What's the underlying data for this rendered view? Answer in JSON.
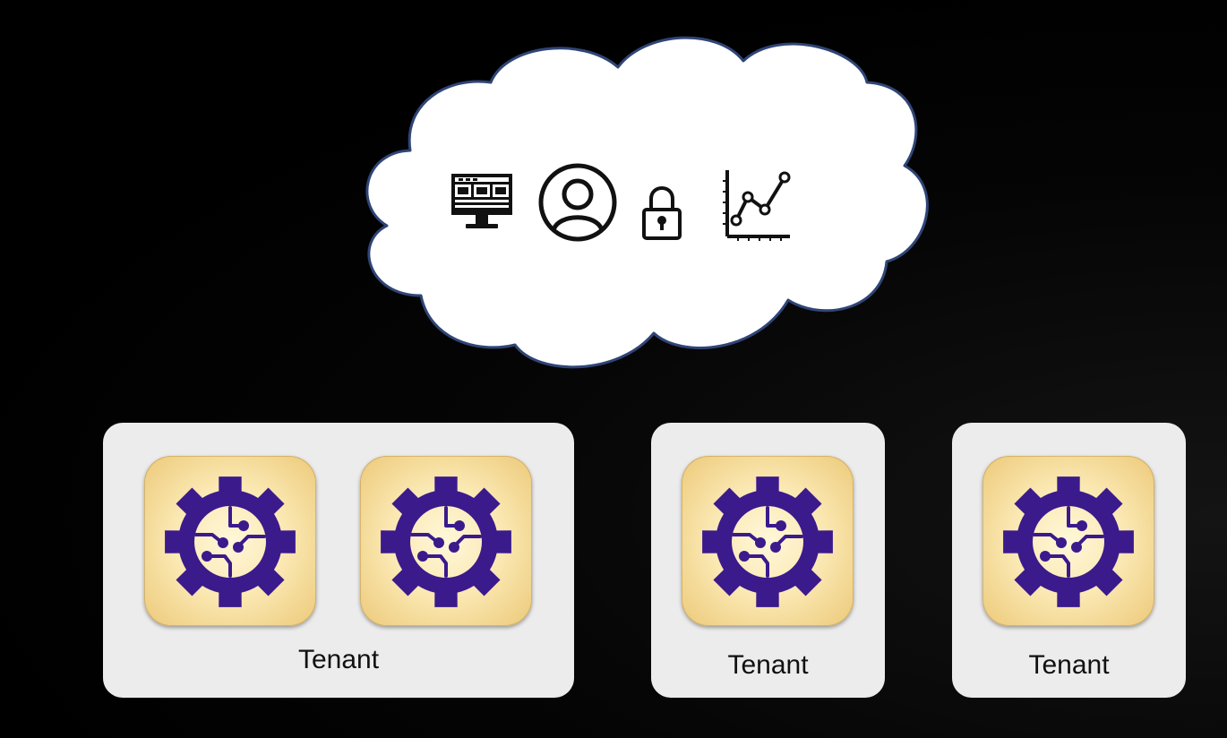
{
  "cloud": {
    "icons": [
      "monitor-dashboard-icon",
      "user-circle-icon",
      "lock-icon",
      "line-chart-icon"
    ],
    "fill": "#ffffff",
    "stroke": "#2f4577"
  },
  "tenants": [
    {
      "label": "Tenant",
      "apps": 2
    },
    {
      "label": "Tenant",
      "apps": 1
    },
    {
      "label": "Tenant",
      "apps": 1
    }
  ],
  "colors": {
    "background": "#000000",
    "tenant_box": "#ececec",
    "gear": "#3b1a8c",
    "tile": "#fbe9b4"
  }
}
